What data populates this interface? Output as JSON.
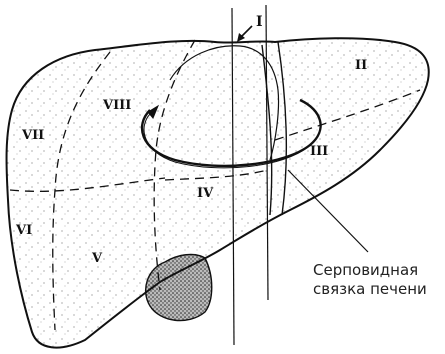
{
  "segments": {
    "s1": "I",
    "s2": "II",
    "s3": "III",
    "s4": "IV",
    "s5": "V",
    "s6": "VI",
    "s7": "VII",
    "s8": "VIII"
  },
  "callout": {
    "line1": "Серповидная",
    "line2": "связка печени"
  },
  "colors": {
    "ink": "#111111",
    "background": "#ffffff"
  }
}
